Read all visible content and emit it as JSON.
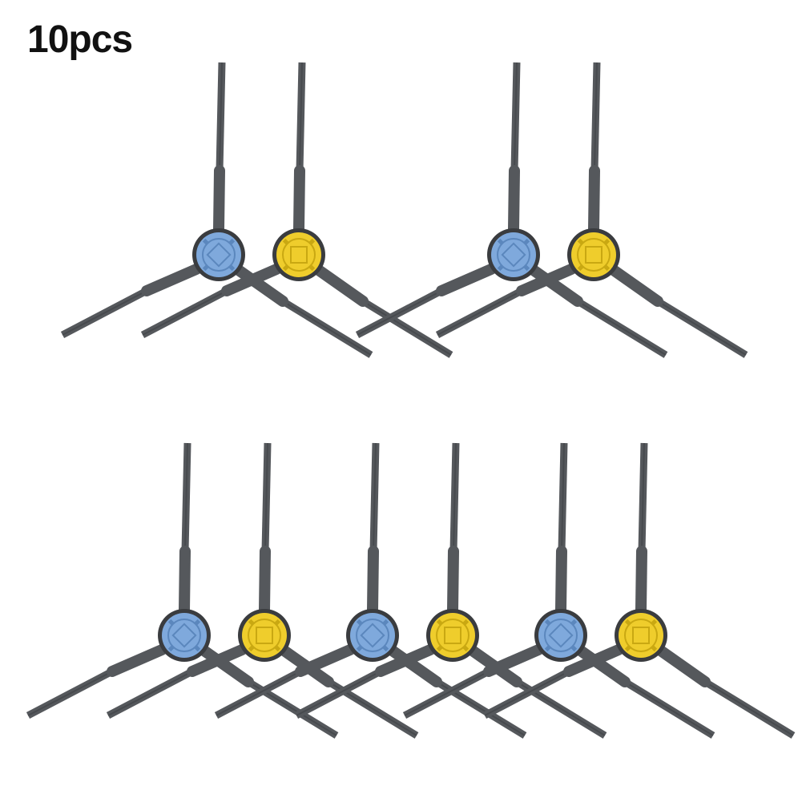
{
  "label": "10pcs",
  "colors": {
    "background": "#ffffff",
    "bristle": "#55585c",
    "bristle_dark": "#3f4245",
    "hub_blue": "#7fa9dc",
    "hub_blue_dark": "#5b87bd",
    "hub_yellow": "#efcd2c",
    "hub_yellow_dark": "#c9a812",
    "hub_rim": "#3a3c3f"
  },
  "brushes": [
    {
      "color": "blue"
    },
    {
      "color": "yellow"
    },
    {
      "color": "blue"
    },
    {
      "color": "yellow"
    },
    {
      "color": "blue"
    },
    {
      "color": "yellow"
    },
    {
      "color": "blue"
    },
    {
      "color": "yellow"
    },
    {
      "color": "blue"
    },
    {
      "color": "yellow"
    }
  ]
}
